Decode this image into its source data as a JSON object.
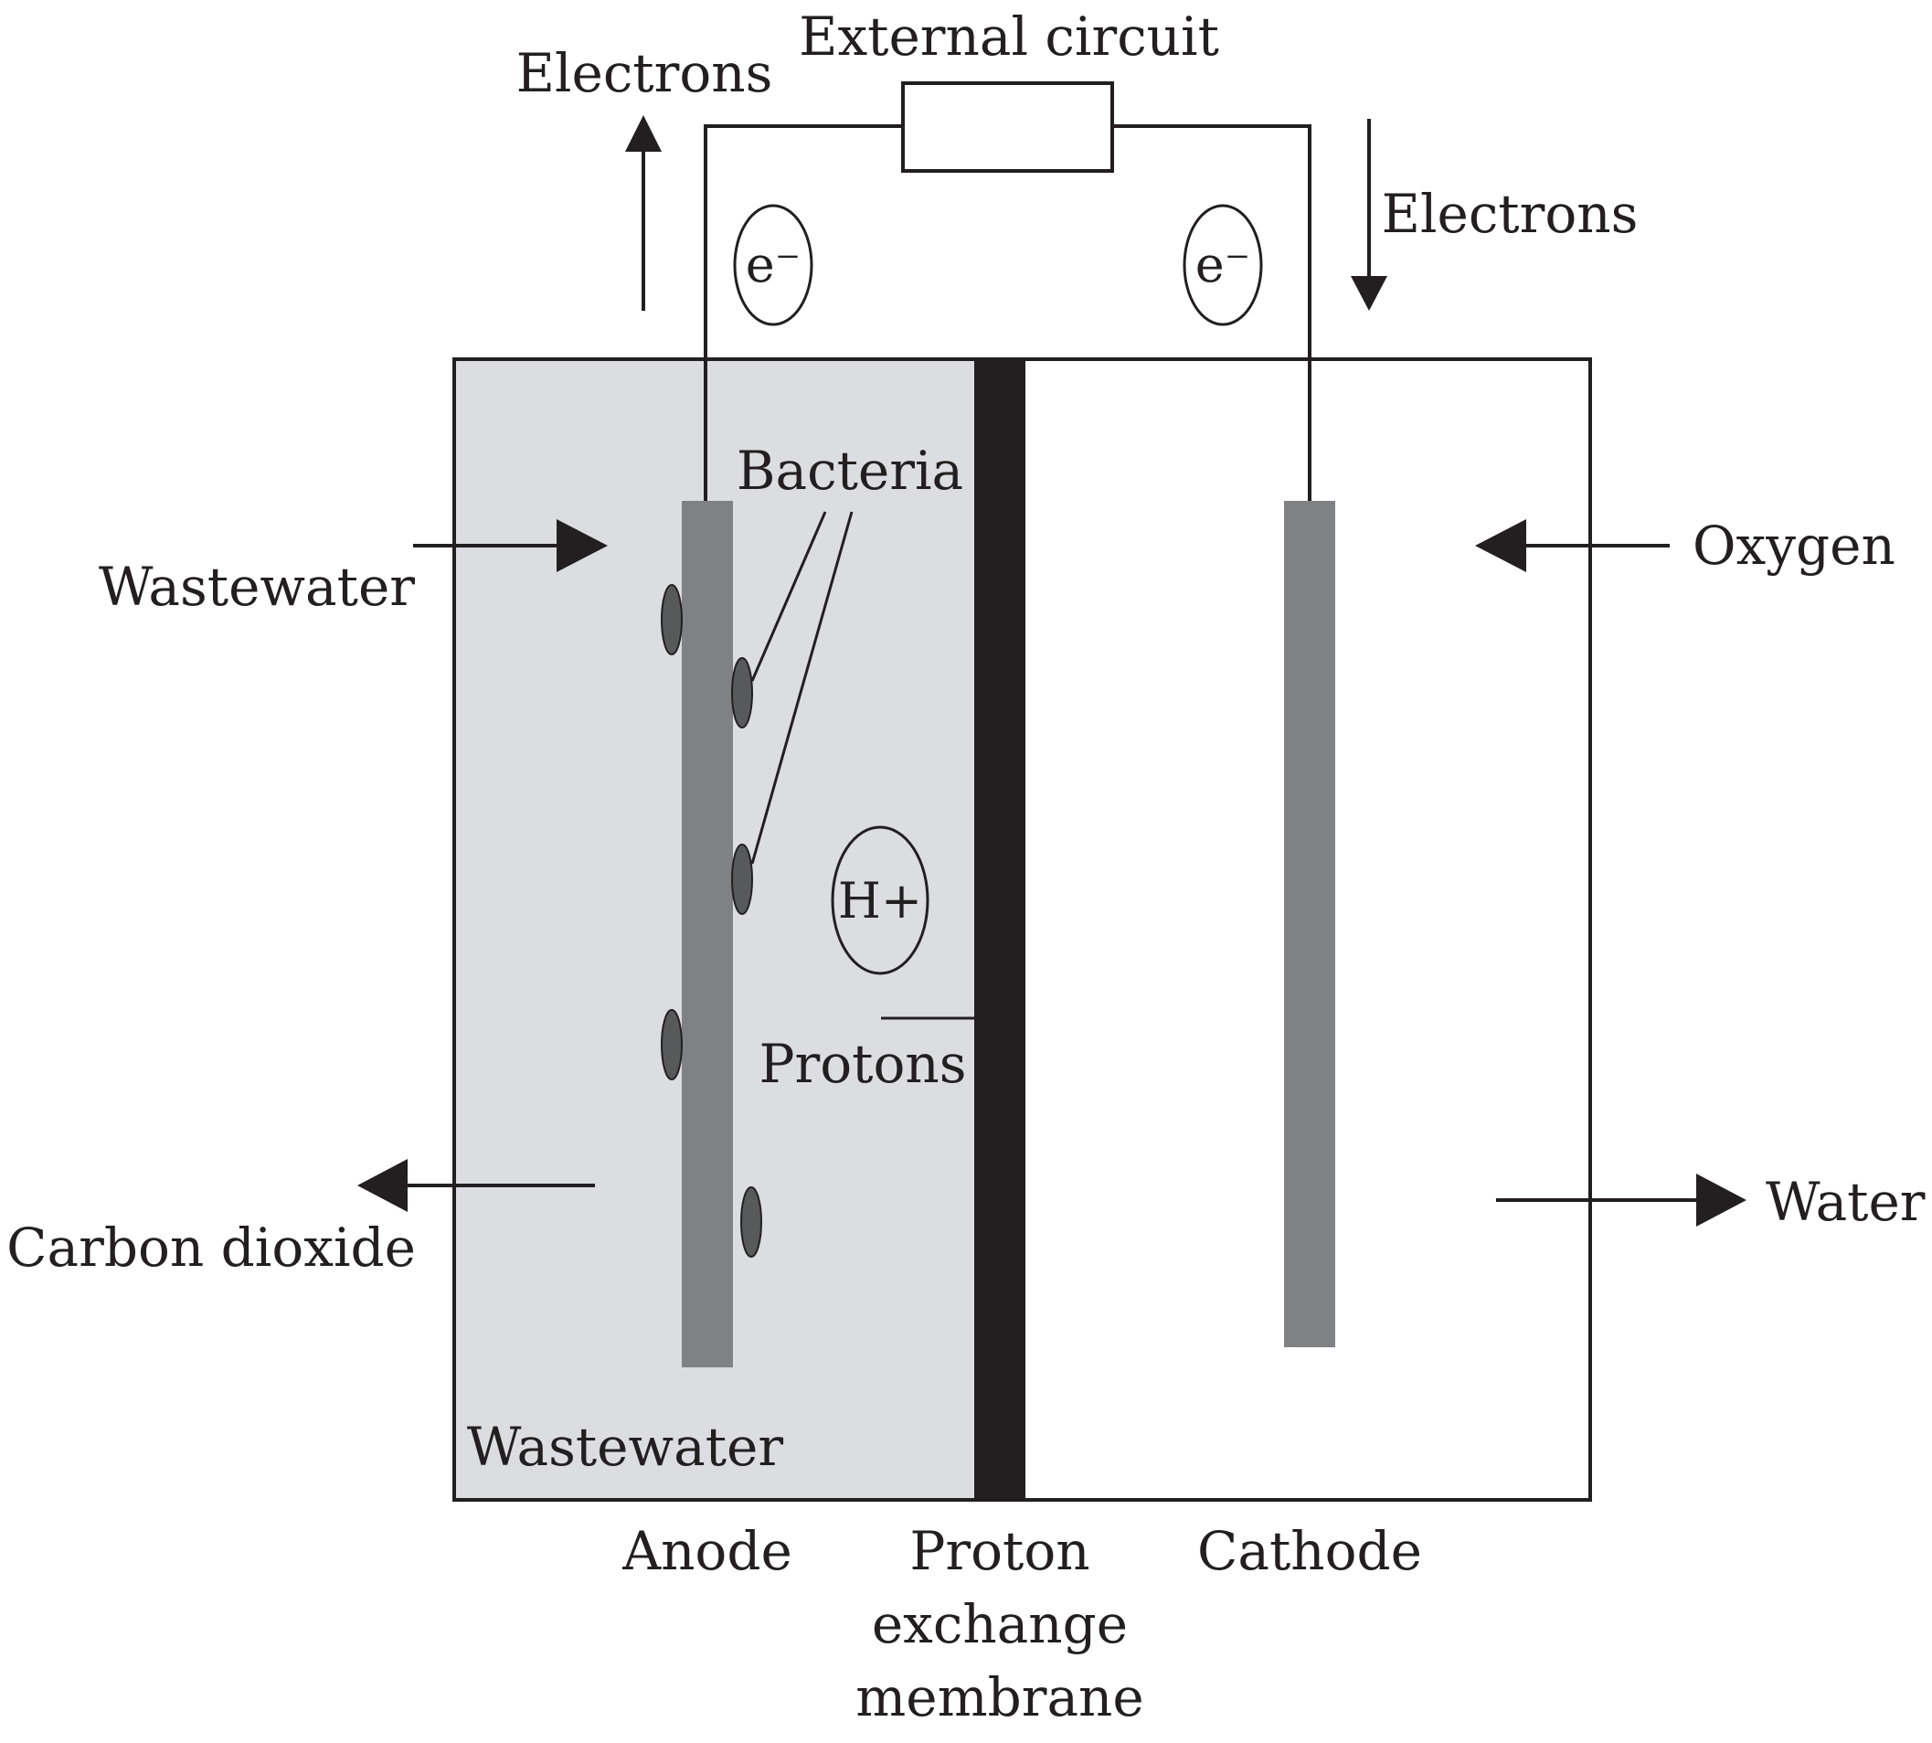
{
  "labels": {
    "external_circuit": "External circuit",
    "electrons_left": "Electrons",
    "electrons_right": "Electrons",
    "electron_symbol": "e⁻",
    "bacteria": "Bacteria",
    "wastewater_inlet": "Wastewater",
    "oxygen": "Oxygen",
    "proton_symbol": "H+",
    "protons": "Protons",
    "carbon_dioxide": "Carbon dioxide",
    "water": "Water",
    "wastewater_chamber": "Wastewater",
    "anode": "Anode",
    "membrane_line1": "Proton",
    "membrane_line2": "exchange",
    "membrane_line3": "membrane",
    "cathode": "Cathode"
  },
  "colors": {
    "stroke": "#231f20",
    "anode_chamber_fill": "#dcdde0",
    "electrode_fill": "#808184",
    "membrane_fill": "#231f20",
    "bacteria_fill": "#58595b"
  }
}
